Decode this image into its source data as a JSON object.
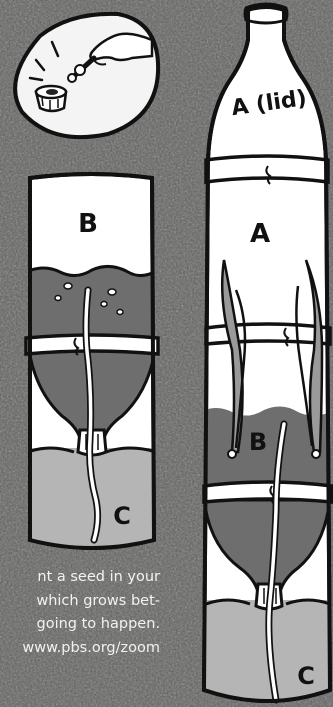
{
  "labels": {
    "b_left": "B",
    "c_left": "C",
    "a_lid": "A (lid)",
    "a_right": "A",
    "b_right": "B",
    "c_right": "C"
  },
  "caption": {
    "line1": "nt a seed in your",
    "line2": " which grows bet-",
    "line3": "going to happen.",
    "line4": "www.pbs.org/zoom"
  },
  "colors": {
    "background": "#5e5e5c",
    "outline": "#111111",
    "bottle_fill": "#ffffff",
    "soil": "#6e6e6e",
    "water": "#b5b5b5"
  }
}
